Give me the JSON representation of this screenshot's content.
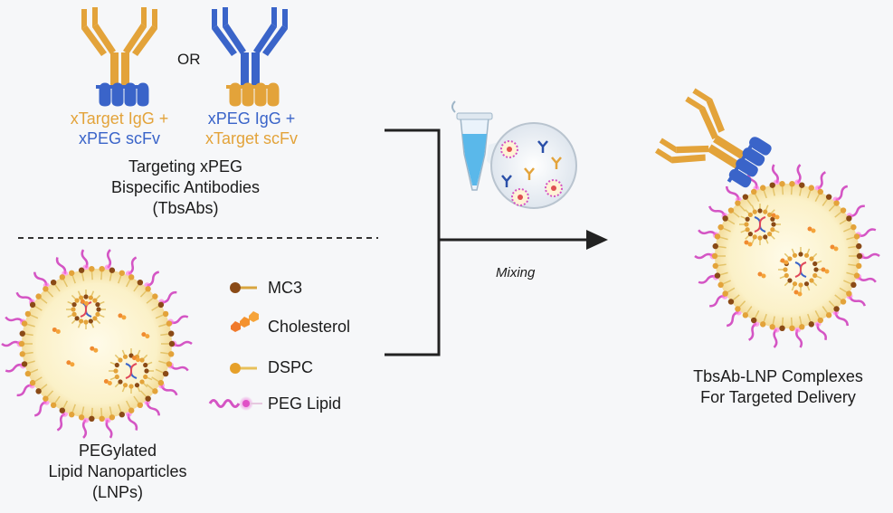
{
  "antibodies": {
    "or_label": "OR",
    "option1_line1": "xTarget IgG +",
    "option1_line2": "xPEG scFv",
    "option2_line1": "xPEG IgG +",
    "option2_line2": "xTarget scFv",
    "title_line1": "Targeting xPEG",
    "title_line2": "Bispecific Antibodies",
    "title_line3": "(TbsAbs)"
  },
  "lnp": {
    "title_line1": "PEGylated",
    "title_line2": "Lipid Nanoparticles",
    "title_line3": "(LNPs)"
  },
  "legend": {
    "items": [
      {
        "label": "MC3",
        "icon": "mc3-lipid-icon"
      },
      {
        "label": "Cholesterol",
        "icon": "cholesterol-icon"
      },
      {
        "label": "DSPC",
        "icon": "dspc-lipid-icon"
      },
      {
        "label": "PEG Lipid",
        "icon": "peg-lipid-icon"
      }
    ]
  },
  "process": {
    "mixing_label": "Mixing"
  },
  "result": {
    "line1": "TbsAb-LNP Complexes",
    "line2": "For Targeted Delivery"
  },
  "colors": {
    "orange": "#e3a33a",
    "blue": "#3a64c9",
    "dark_blue": "#2a4fa8",
    "brown": "#8a4a16",
    "magenta": "#d455c4",
    "core": "#fbf4d4"
  }
}
